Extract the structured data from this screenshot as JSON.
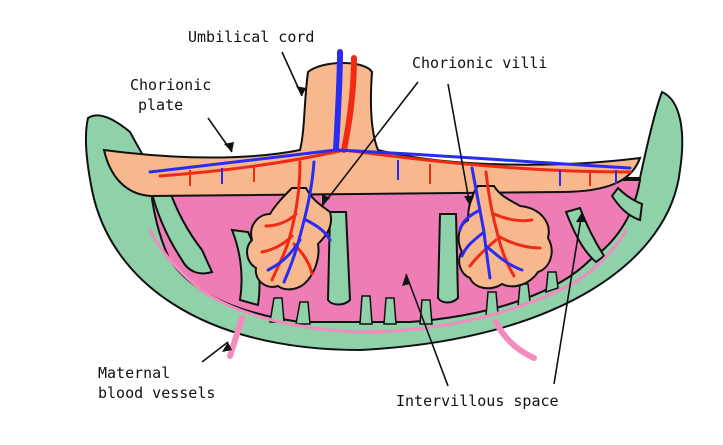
{
  "labels": {
    "umbilical_cord": "Umbilical cord",
    "chorionic_plate_1": "Chorionic",
    "chorionic_plate_2": "plate",
    "chorionic_villi": "Chorionic villi",
    "maternal_1": "Maternal",
    "maternal_2": "blood vessels",
    "intervillous_space": "Intervillous space"
  },
  "colors": {
    "decidua": "#8fd1a9",
    "chorion": "#f7b88e",
    "space": "#ee7cb5",
    "maternal_vessel": "#f38bbf",
    "artery": "#f12a16",
    "vein": "#2a2cf0",
    "outline": "#111111"
  }
}
